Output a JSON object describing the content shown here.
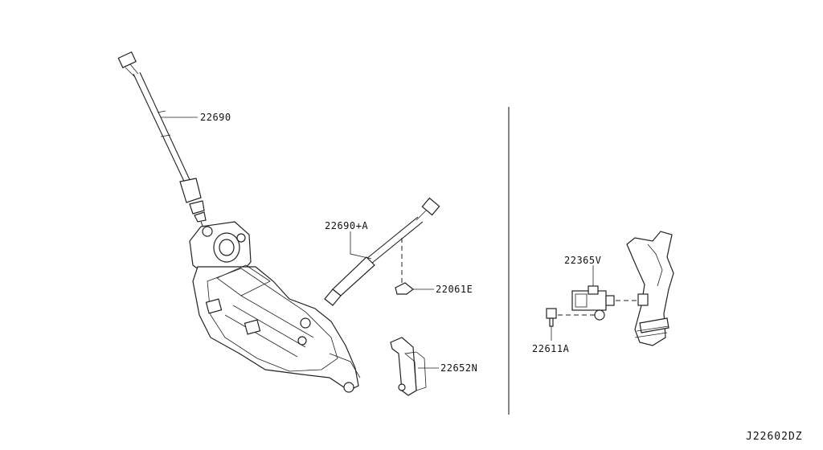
{
  "parts": {
    "p1": "22690",
    "p2": "22690+A",
    "p3": "22061E",
    "p4": "22652N",
    "p5": "22365V",
    "p6": "22611A"
  },
  "diagram_code": "J22602DZ"
}
